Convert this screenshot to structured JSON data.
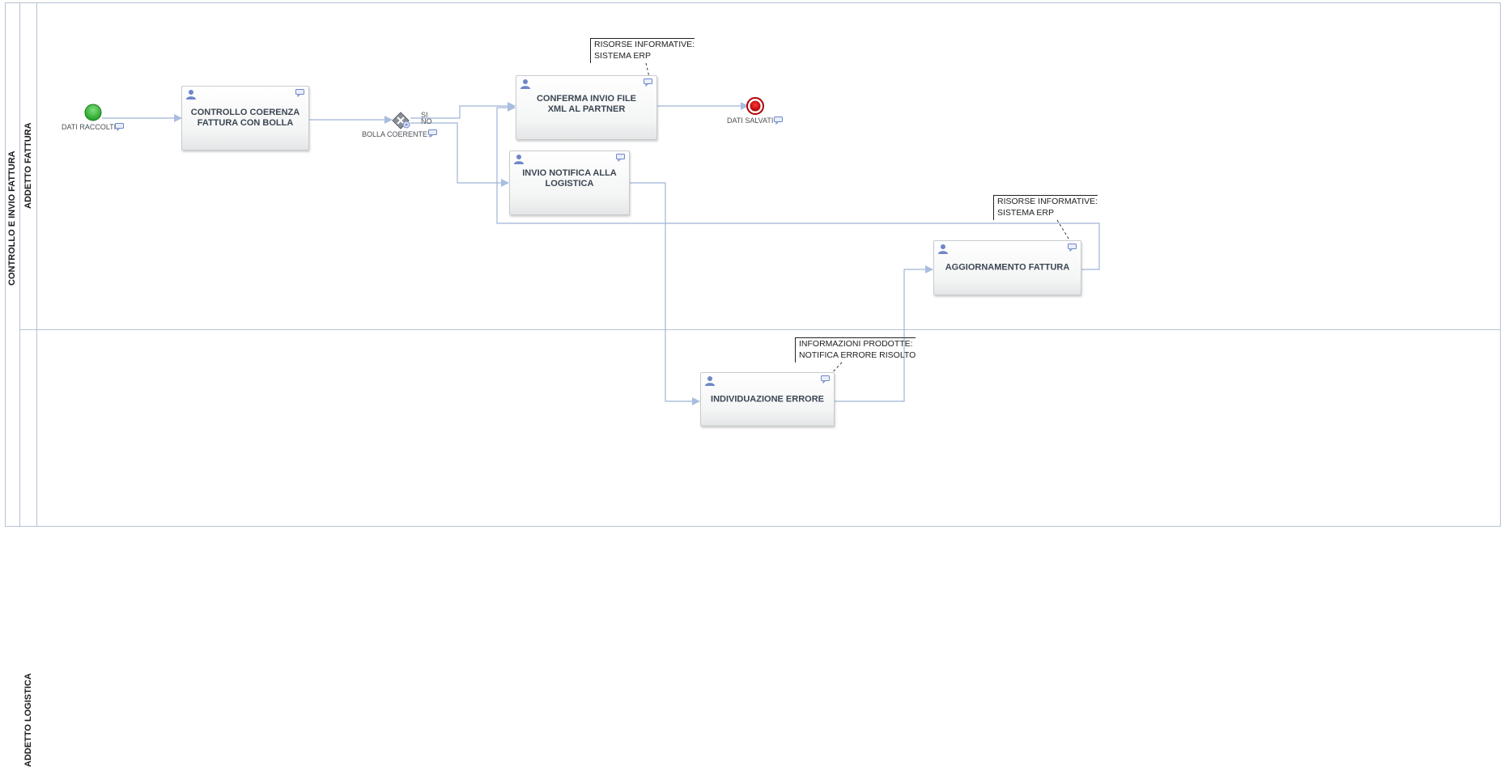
{
  "pool": {
    "label": "CONTROLLO E INVIO FATTURA"
  },
  "lanes": [
    {
      "label": "ADDETTO FATTURA"
    },
    {
      "label": "ADDETTO LOGISTICA"
    }
  ],
  "events": {
    "start": {
      "label": "DATI RACCOLTI",
      "color": "#2db32d"
    },
    "end": {
      "label": "DATI SALVATI",
      "color": "#d41414"
    }
  },
  "gateway": {
    "label": "BOLLA COERENTE?",
    "branch_yes": "SI",
    "branch_no": "NO"
  },
  "tasks": {
    "controllo": {
      "label": "CONTROLLO COERENZA FATTURA CON BOLLA"
    },
    "conferma": {
      "label": "CONFERMA INVIO FILE XML AL PARTNER"
    },
    "notifica": {
      "label": "INVIO NOTIFICA ALLA LOGISTICA"
    },
    "aggiornamento": {
      "label": "AGGIORNAMENTO FATTURA"
    },
    "individuazione": {
      "label": "INDIVIDUAZIONE ERRORE"
    }
  },
  "annotations": {
    "conferma": {
      "line1": "RISORSE INFORMATIVE:",
      "line2": "SISTEMA ERP"
    },
    "aggiornamento": {
      "line1": "RISORSE INFORMATIVE:",
      "line2": "SISTEMA ERP"
    },
    "individuazione": {
      "line1": "INFORMAZIONI PRODOTTE:",
      "line2": "NOTIFICA ERRORE RISOLTO"
    }
  },
  "colors": {
    "flow": "#9fb3d8",
    "lane_border": "#b6c3d6",
    "user_icon": "#6f86c9"
  }
}
